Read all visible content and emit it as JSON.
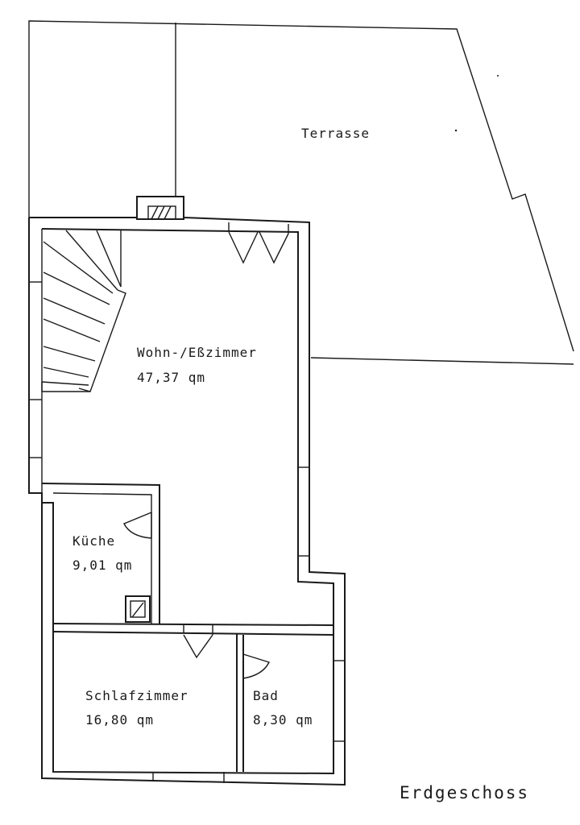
{
  "rooms": {
    "terrace": {
      "name": "Terrasse"
    },
    "living": {
      "name": "Wohn-/Eßzimmer",
      "area": "47,37 qm"
    },
    "kitchen": {
      "name": "Küche",
      "area": "9,01 qm"
    },
    "bedroom": {
      "name": "Schlafzimmer",
      "area": "16,80 qm"
    },
    "bath": {
      "name": "Bad",
      "area": "8,30 qm"
    }
  },
  "floor": {
    "label": "Erdgeschoss"
  }
}
